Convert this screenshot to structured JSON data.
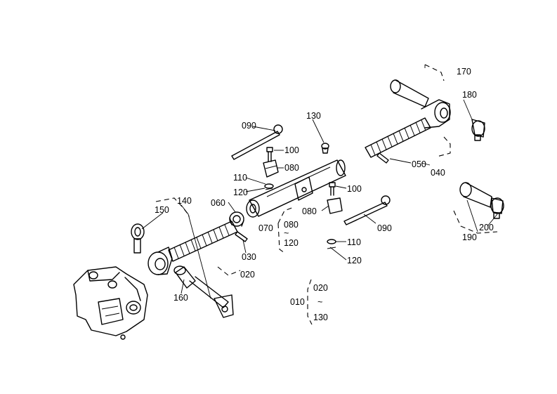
{
  "diagram": {
    "labels": {
      "p170": "170",
      "p180": "180",
      "p130": "130",
      "p090a": "090",
      "p100a": "100",
      "p080a": "080",
      "p110a": "110",
      "p120a": "120",
      "p050": "050",
      "p040": "040",
      "p100b": "100",
      "p060": "060",
      "p150": "150",
      "p140": "140",
      "p080b": "080",
      "p090b": "090",
      "p070": "070",
      "p080c": "080",
      "p120b": "120",
      "p030": "030",
      "p020a": "020",
      "p110b": "110",
      "p120c": "120",
      "p160": "160",
      "p190": "190",
      "p200": "200",
      "p010": "010",
      "p020b": "020",
      "p130b": "130",
      "tilde1": "~",
      "tilde2": "~"
    }
  }
}
